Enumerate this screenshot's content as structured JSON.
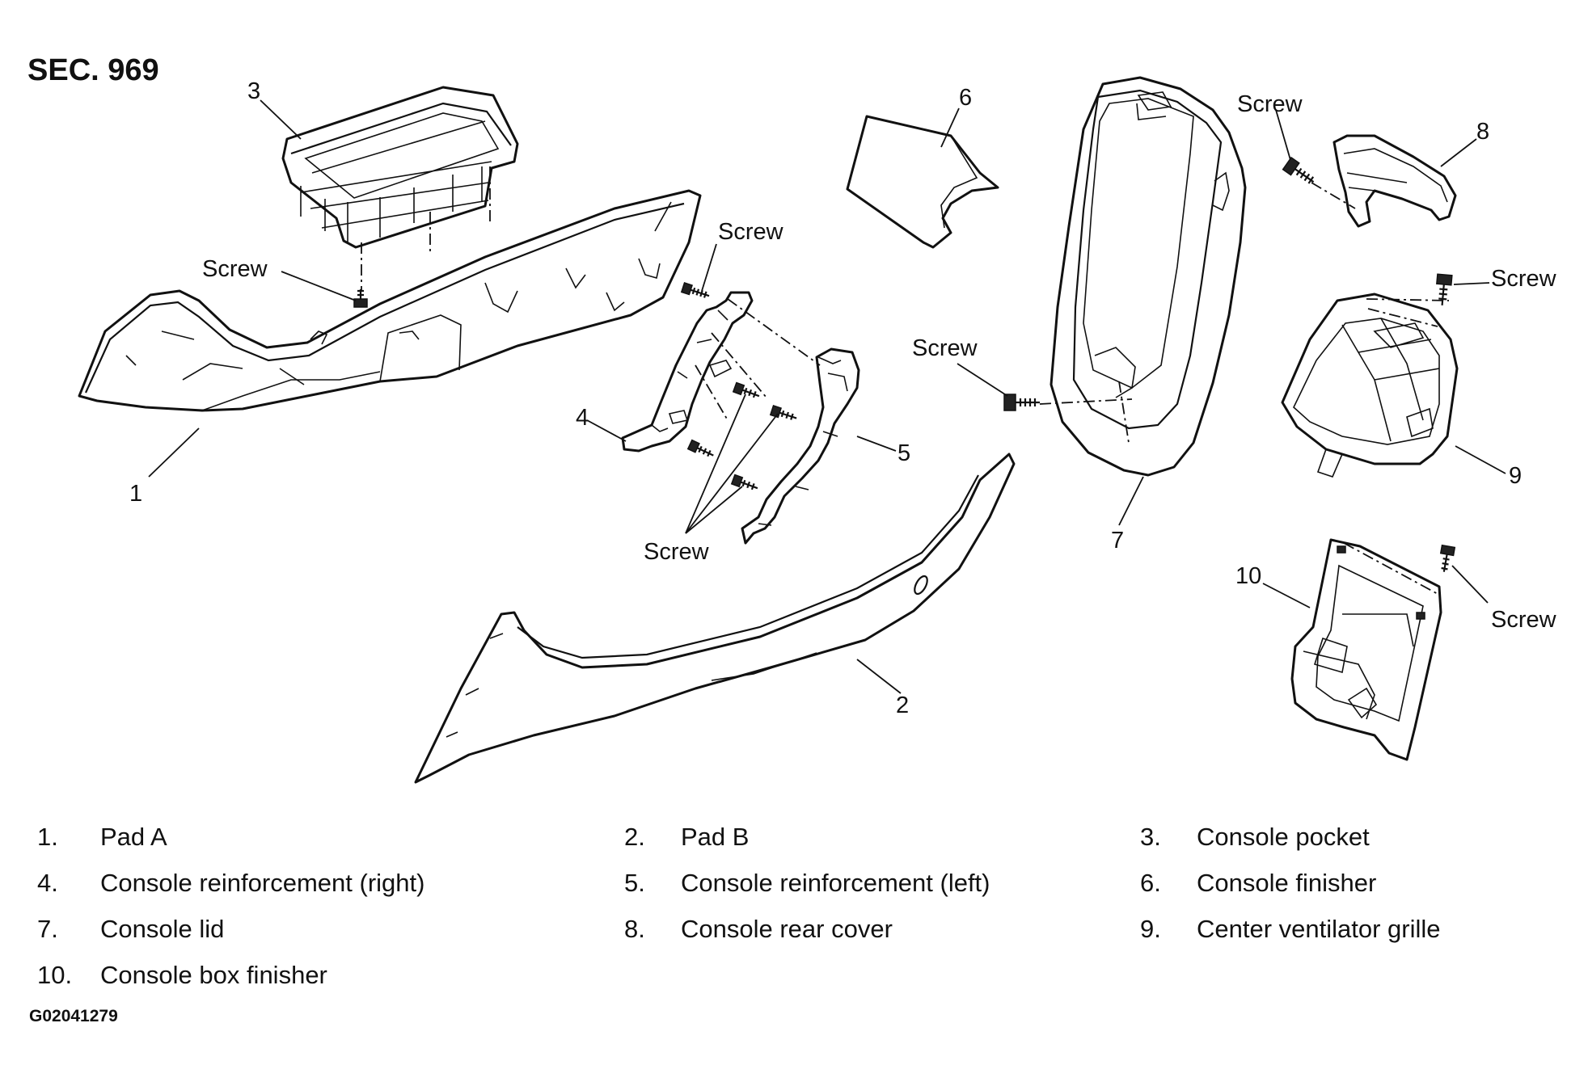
{
  "section": "SEC. 969",
  "figure_code": "G02041279",
  "callouts": {
    "n1": "1",
    "n2": "2",
    "n3": "3",
    "n4": "4",
    "n5": "5",
    "n6": "6",
    "n7": "7",
    "n8": "8",
    "n9": "9",
    "n10": "10"
  },
  "screw_label": "Screw",
  "legend": [
    {
      "num": "1.",
      "name": "Pad A"
    },
    {
      "num": "2.",
      "name": "Pad B"
    },
    {
      "num": "3.",
      "name": "Console pocket"
    },
    {
      "num": "4.",
      "name": "Console reinforcement (right)"
    },
    {
      "num": "5.",
      "name": "Console reinforcement (left)"
    },
    {
      "num": "6.",
      "name": "Console finisher"
    },
    {
      "num": "7.",
      "name": "Console lid"
    },
    {
      "num": "8.",
      "name": "Console rear cover"
    },
    {
      "num": "9.",
      "name": "Center ventilator grille"
    },
    {
      "num": "10.",
      "name": "Console box finisher"
    }
  ]
}
